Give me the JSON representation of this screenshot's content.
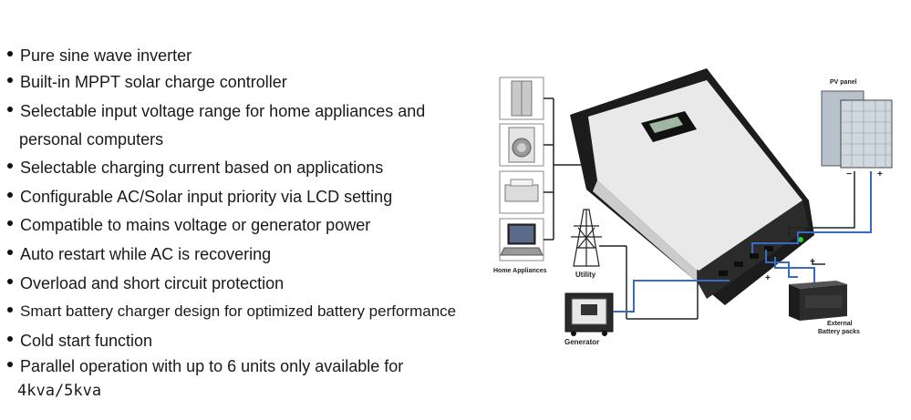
{
  "features": [
    "Pure sine wave inverter",
    "Built-in MPPT solar charge controller",
    "Selectable input voltage range for home appliances and",
    "personal computers",
    "Selectable charging current based on applications",
    "Configurable AC/Solar input priority via LCD setting",
    "Compatible to mains voltage or generator power",
    "Auto restart while AC is recovering",
    "Overload and short circuit protection",
    "Smart battery charger design for optimized battery performance",
    "Cold start function",
    "Parallel operation with up to 6 units only available for",
    "4kva/5kva"
  ],
  "diagram": {
    "home_appliances": "Home Appliances",
    "utility": "Utility",
    "generator": "Generator",
    "pv_panel": "PV panel",
    "battery_line1": "External",
    "battery_line2": "Battery packs",
    "minus": "−",
    "plus": "+",
    "battery_minus": "−",
    "battery_plus": "+",
    "cable_color": "#3a6bc4",
    "line_color": "#222222"
  }
}
